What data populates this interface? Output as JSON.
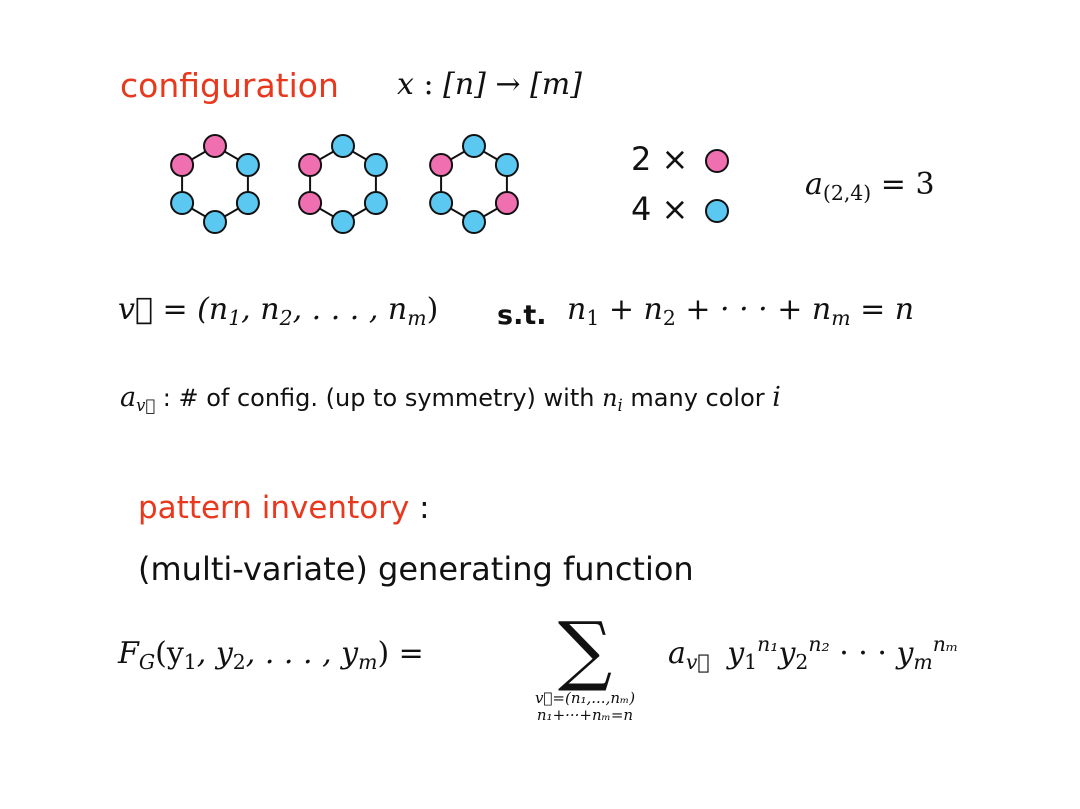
{
  "config": {
    "label": "configuration",
    "map": {
      "x": "x",
      "colon": ":",
      "n": "[n]",
      "arrow": "→",
      "m": "[m]"
    }
  },
  "colors": {
    "pink": "#f06fb0",
    "blue": "#5bc8f2",
    "accent": "#e8391f"
  },
  "necklaces": [
    {
      "beads": [
        "pink",
        "pink",
        "blue",
        "blue",
        "blue",
        "blue"
      ]
    },
    {
      "beads": [
        "pink",
        "blue",
        "blue",
        "blue",
        "blue",
        "pink"
      ]
    },
    {
      "beads": [
        "pink",
        "blue",
        "blue",
        "pink",
        "blue",
        "blue"
      ]
    }
  ],
  "legend": {
    "row1": "2 ×",
    "row2": "4 ×"
  },
  "a_example": {
    "sym": "a",
    "sub": "(2,4)",
    "eq": "= 3"
  },
  "vector": {
    "lhs": "v⃗ = (n",
    "s1": "1",
    "p1": ", n",
    "s2": "2",
    "p2": ", . . . , n",
    "s3": "m",
    "p3": ")",
    "st": "s.t.",
    "rhs": "n",
    "r1": "1",
    "rp1": " + n",
    "r2": "2",
    "rp2": " + · · · + n",
    "r3": "m",
    "rp3": " = n"
  },
  "a_def": {
    "sym": "a",
    "sub": "v⃗",
    "text1": " : # of config. (up to symmetry) with ",
    "ni": "n",
    "ni_sub": "i",
    "text2": " many color ",
    "i": "i"
  },
  "inventory": {
    "label": "pattern inventory",
    "colon": " :"
  },
  "genfunc": {
    "text": "(multi-variate) generating function"
  },
  "formula": {
    "F": "F",
    "F_sub": "G",
    "args": "(y",
    "a1": "1",
    "ap1": ", y",
    "a2": "2",
    "ap2": ", . . . , y",
    "a3": "m",
    "ap3": ") =",
    "sum": "∑",
    "lim1": "v⃗=(n₁,...,nₘ)",
    "lim2": "n₁+···+nₘ=n",
    "term": "a",
    "term_sub": "v⃗",
    "y": "y",
    "y1_sub": "1",
    "y1_sup": "n₁",
    "y2_sub": "2",
    "y2_sup": "n₂",
    "dots": " · · · ",
    "ym_sub": "m",
    "ym_sup": "nₘ"
  }
}
